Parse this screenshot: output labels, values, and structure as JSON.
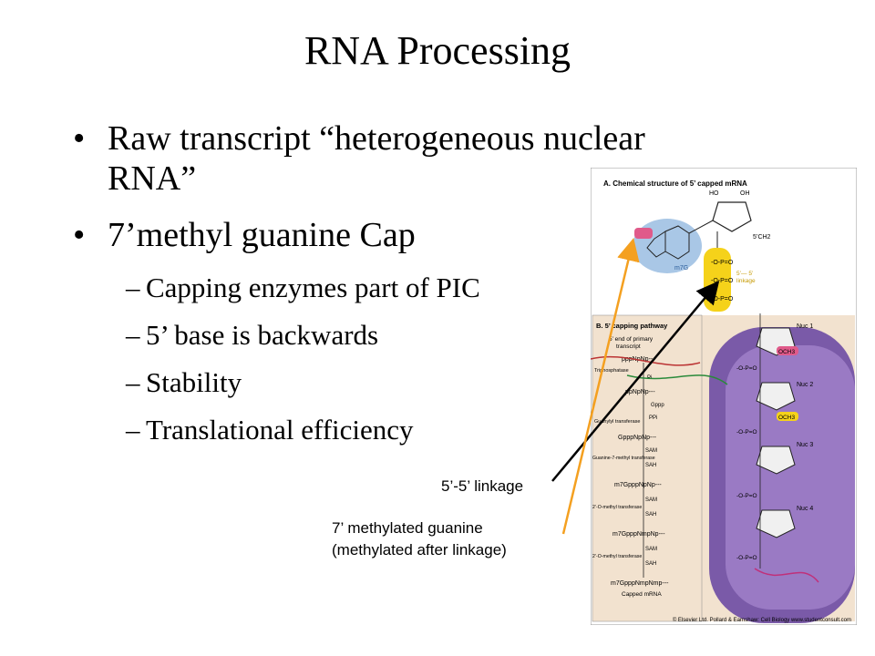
{
  "slide": {
    "title": "RNA Processing",
    "bullets": [
      {
        "line1": "Raw transcript “heterogeneous nuclear",
        "line2": "RNA”"
      },
      {
        "text": "7’methyl guanine Cap"
      }
    ],
    "subbullets": [
      "Capping enzymes part of PIC",
      "5’ base is backwards",
      "Stability",
      "Translational efficiency"
    ]
  },
  "callouts": {
    "linkage": "5’-5’ linkage",
    "guanine_line1": "7’ methylated guanine",
    "guanine_line2": "(methylated after linkage)"
  },
  "figure": {
    "panel_a_title": "A. Chemical structure of 5’ capped mRNA",
    "panel_b_title": "B. 5’ capping pathway",
    "labels": {
      "ho": "HO",
      "oh": "OH",
      "ch2": "5’CH2",
      "m7g": "m7G",
      "linkage": "5’— 5’",
      "linkage2": "linkage",
      "nuc1": "Nuc 1",
      "nuc2": "Nuc 2",
      "nuc3": "Nuc 3",
      "nuc4": "Nuc 4",
      "och3a": "OCH3",
      "och3b": "OCH3",
      "step1": "5’ end of primary",
      "step1b": "transcript",
      "r1": "pppNpNp---",
      "r2": "ppNpNp---",
      "r3": "GpppNpNp---",
      "r4": "m7GpppNpNp---",
      "r5": "m7GpppNmpNp---",
      "r6": "m7GpppNmpNmp---",
      "cap": "Capped mRNA",
      "trip": "Triphosphatase",
      "guan": "Guanylyl transferase",
      "gmt": "Guanine-7-methyl transferase",
      "ome1": "2’-O-methyl transferase",
      "ome2": "2’-O-methyl transferase",
      "pi": "Pi",
      "ppi": "PPi",
      "gppp": "Gppp",
      "sam": "SAM",
      "sah": "SAH"
    },
    "copyright": "© Elsevier Ltd. Pollard & Earnshaw: Cell Biology www.studentconsult.com"
  }
}
